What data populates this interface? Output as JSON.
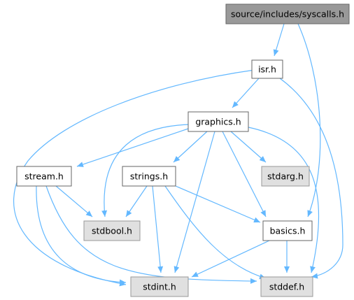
{
  "colors": {
    "edge": "#63b8ff",
    "root_fill": "#999999",
    "root_border": "#666666",
    "node_fill": "#ffffff",
    "node_border": "#666666",
    "system_fill": "#e0e0e0",
    "system_border": "#999999"
  },
  "nodes": [
    {
      "id": "syscalls",
      "label": "source/includes/syscalls.h",
      "kind": "root"
    },
    {
      "id": "isr",
      "label": "isr.h",
      "kind": "local"
    },
    {
      "id": "graphics",
      "label": "graphics.h",
      "kind": "local"
    },
    {
      "id": "stream",
      "label": "stream.h",
      "kind": "local"
    },
    {
      "id": "strings",
      "label": "strings.h",
      "kind": "local"
    },
    {
      "id": "stdarg",
      "label": "stdarg.h",
      "kind": "system"
    },
    {
      "id": "stdbool",
      "label": "stdbool.h",
      "kind": "system"
    },
    {
      "id": "basics",
      "label": "basics.h",
      "kind": "local"
    },
    {
      "id": "stdint",
      "label": "stdint.h",
      "kind": "system"
    },
    {
      "id": "stddef",
      "label": "stddef.h",
      "kind": "system"
    }
  ],
  "edges": [
    {
      "from": "syscalls",
      "to": "isr"
    },
    {
      "from": "syscalls",
      "to": "basics"
    },
    {
      "from": "isr",
      "to": "graphics"
    },
    {
      "from": "isr",
      "to": "stdint"
    },
    {
      "from": "isr",
      "to": "stddef"
    },
    {
      "from": "graphics",
      "to": "stream"
    },
    {
      "from": "graphics",
      "to": "strings"
    },
    {
      "from": "graphics",
      "to": "stdarg"
    },
    {
      "from": "graphics",
      "to": "stdbool"
    },
    {
      "from": "graphics",
      "to": "basics"
    },
    {
      "from": "graphics",
      "to": "stdint"
    },
    {
      "from": "graphics",
      "to": "stddef"
    },
    {
      "from": "stream",
      "to": "stdbool"
    },
    {
      "from": "stream",
      "to": "stdint"
    },
    {
      "from": "stream",
      "to": "stddef"
    },
    {
      "from": "strings",
      "to": "stdbool"
    },
    {
      "from": "strings",
      "to": "basics"
    },
    {
      "from": "strings",
      "to": "stdint"
    },
    {
      "from": "strings",
      "to": "stddef"
    },
    {
      "from": "basics",
      "to": "stdint"
    },
    {
      "from": "basics",
      "to": "stddef"
    }
  ]
}
